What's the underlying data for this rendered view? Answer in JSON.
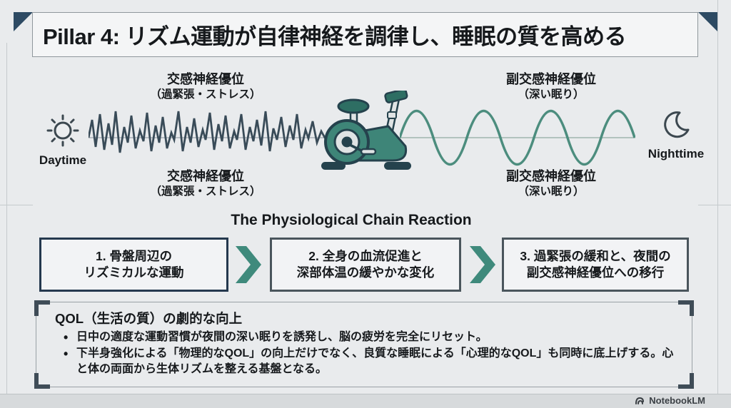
{
  "colors": {
    "background": "#e9ebed",
    "accent_navy": "#2d4a63",
    "accent_teal": "#3f8a7c",
    "wave_dark": "#394b58",
    "wave_teal": "#4c8d7e"
  },
  "title": "Pillar 4: リズム運動が自律神経を調律し、睡眠の質を高める",
  "diagram": {
    "daytime": "Daytime",
    "nighttime": "Nighttime",
    "sympathetic": {
      "line1": "交感神経優位",
      "line2": "（過緊張・ストレス）"
    },
    "parasympathetic": {
      "line1": "副交感神経優位",
      "line2": "（深い眠り）"
    }
  },
  "chain": {
    "heading": "The Physiological Chain Reaction",
    "steps": [
      {
        "line1": "1. 骨盤周辺の",
        "line2": "リズミカルな運動"
      },
      {
        "line1": "2. 全身の血流促進と",
        "line2": "深部体温の緩やかな変化"
      },
      {
        "line1": "3. 過緊張の緩和と、夜間の",
        "line2": "副交感神経優位への移行"
      }
    ]
  },
  "qol": {
    "heading": "QOL（生活の質）の劇的な向上",
    "bullets": [
      "日中の適度な運動習慣が夜間の深い眠りを誘発し、脳の疲労を完全にリセット。",
      "下半身強化による「物理的なQOL」の向上だけでなく、良質な睡眠による「心理的なQOL」も同時に底上げする。心と体の両面から生体リズムを整える基盤となる。"
    ]
  },
  "watermark": "NotebookLM"
}
